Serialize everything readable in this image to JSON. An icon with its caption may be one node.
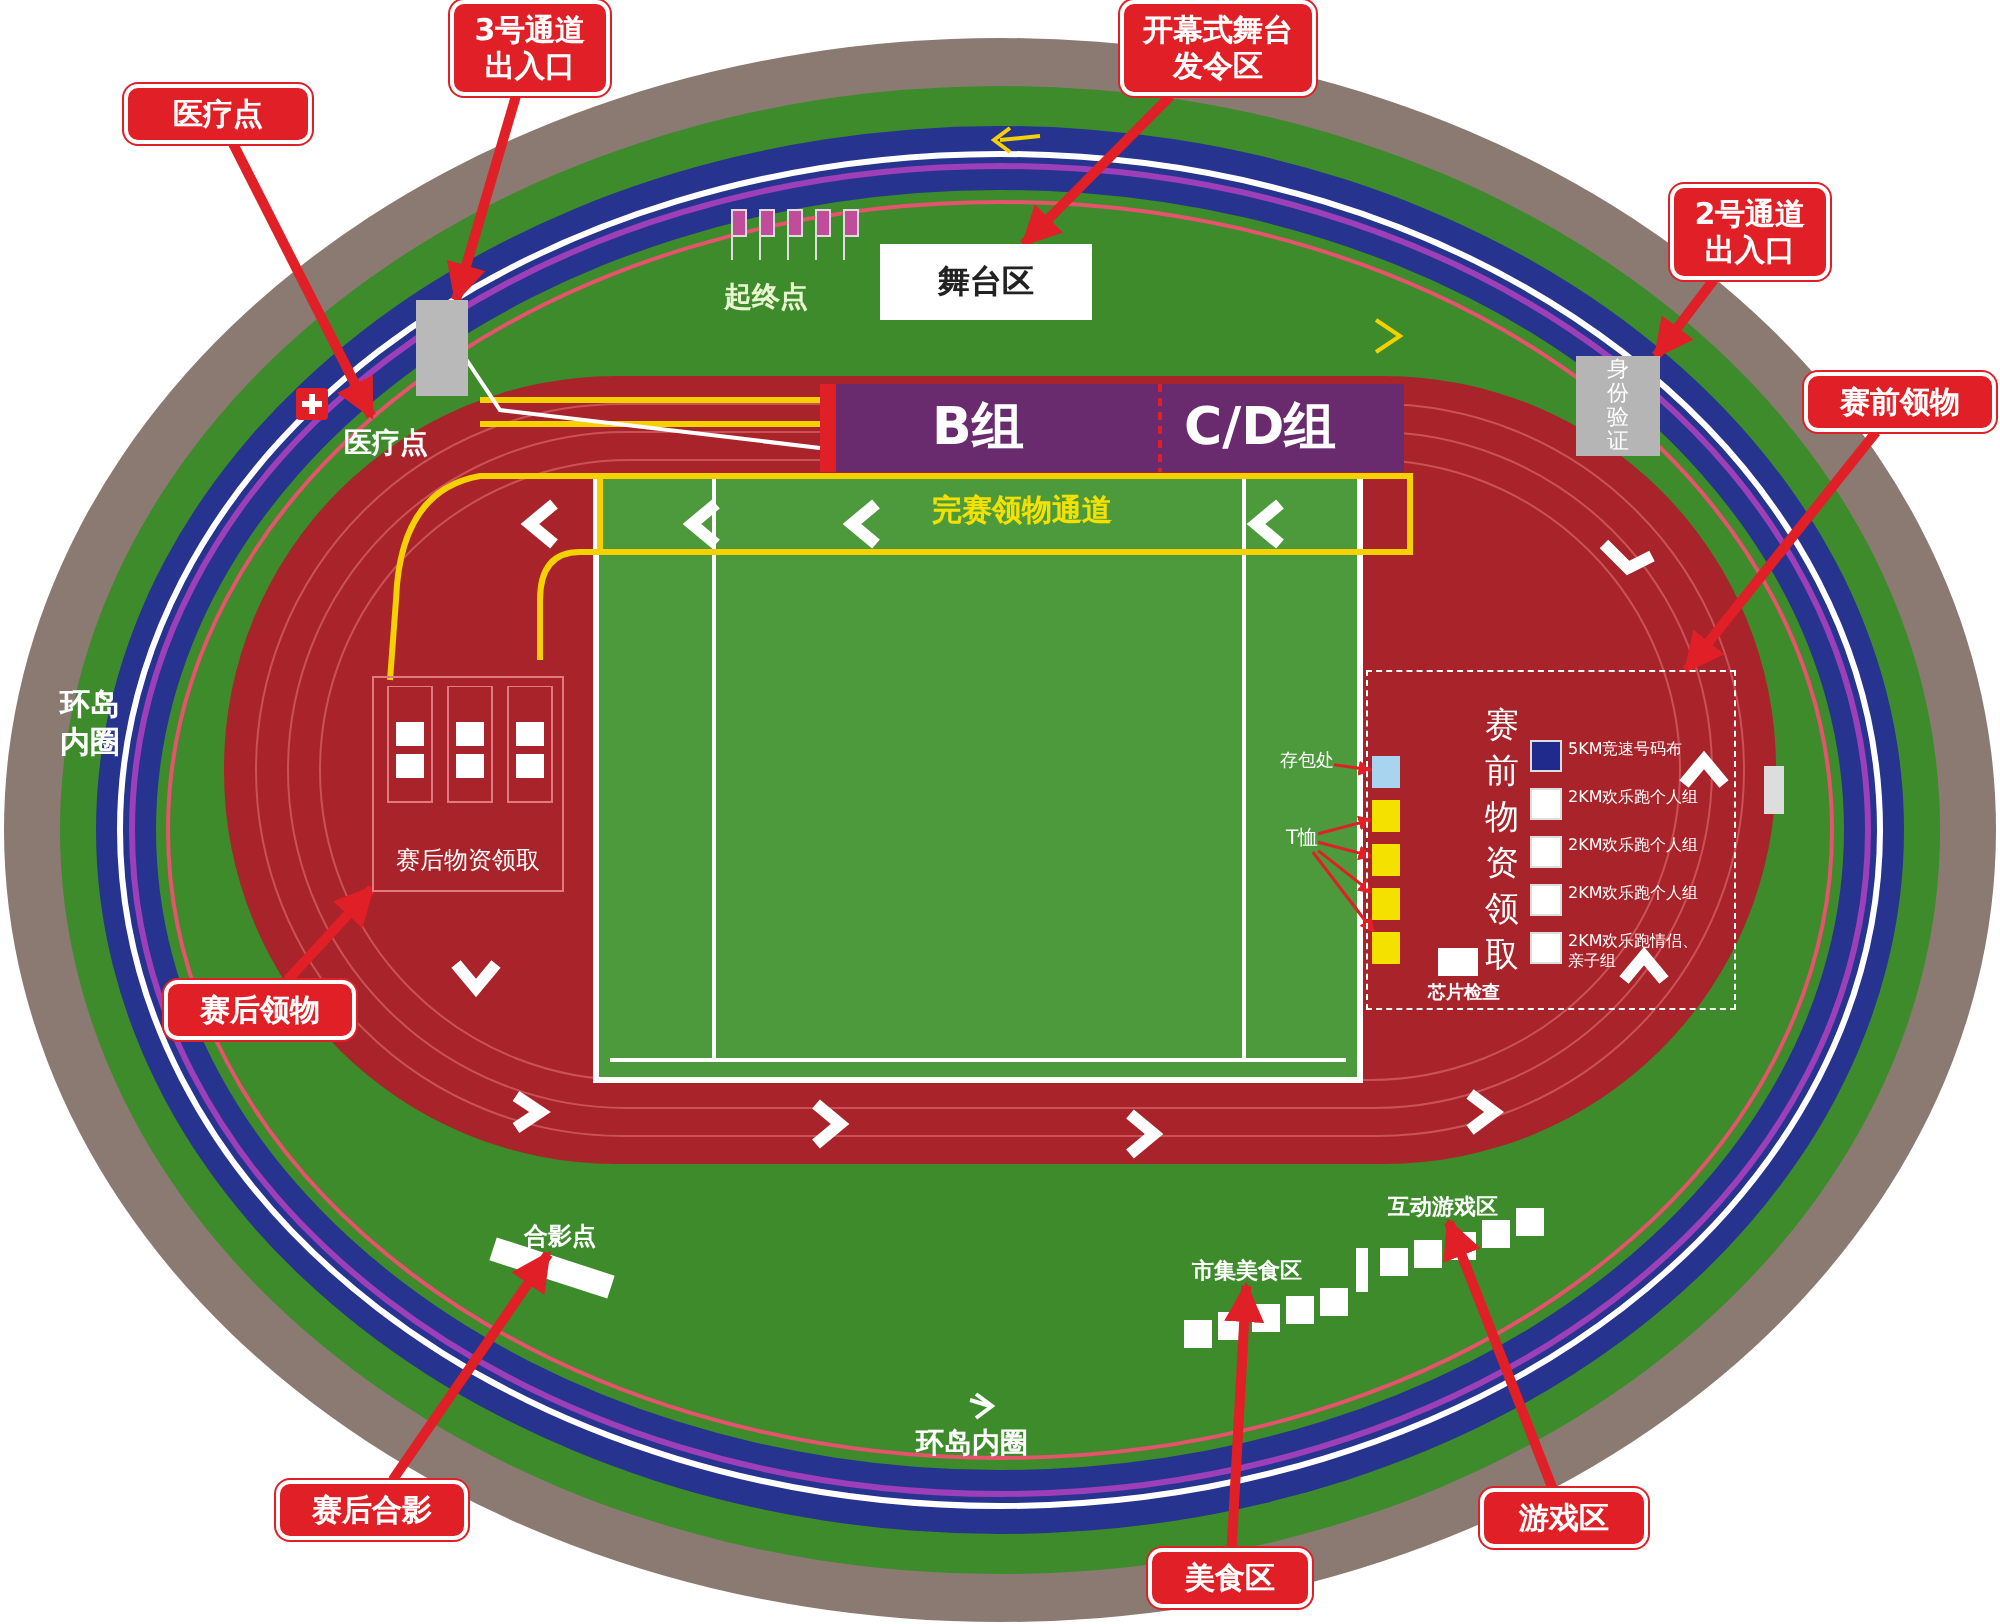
{
  "diagram": {
    "nodes": [
      {
        "text": [
          "医疗点"
        ]
      },
      {
        "text": [
          "3号通道出入口"
        ]
      },
      {
        "text": [
          "开幕式舞台发令区"
        ]
      },
      {
        "text": [
          "2号通道出入口"
        ]
      },
      {
        "text": [
          "赛前领物"
        ]
      },
      {
        "text": [
          "赛后领物"
        ]
      },
      {
        "text": [
          "赛后合影"
        ]
      },
      {
        "text": [
          "美食区"
        ]
      },
      {
        "text": [
          "游戏区"
        ]
      },
      {
        "text": [
          "医疗点"
        ]
      },
      {
        "text": [],
        "shape": "box"
      },
      {
        "text": [
          "舞台区"
        ]
      },
      {
        "text": [
          "身份验证"
        ]
      },
      {
        "text": [
          "赛前物资领取"
        ]
      },
      {
        "text": [
          "存包处"
        ]
      },
      {
        "text": [],
        "shape": "box",
        "in": 13
      },
      {
        "text": [
          "T恤"
        ]
      },
      {
        "text": [],
        "shape": "box",
        "in": 13
      },
      {
        "text": [],
        "shape": "box",
        "in": 13
      },
      {
        "text": [],
        "shape": "box",
        "in": 13
      },
      {
        "text": [],
        "shape": "box",
        "in": 13
      },
      {
        "text": [
          "赛后物资领取"
        ]
      },
      {
        "text": [
          "合影点"
        ]
      },
      {
        "text": [
          "市集美食区"
        ]
      },
      {
        "text": [
          "互动游戏区"
        ]
      }
    ],
    "edges": [
      {
        "from": 0,
        "to": 9,
        "arrow": "to"
      },
      {
        "from": 1,
        "to": 10,
        "arrow": "to"
      },
      {
        "from": 2,
        "to": 11,
        "arrow": "to"
      },
      {
        "from": 3,
        "to": 12,
        "arrow": "to"
      },
      {
        "from": 4,
        "to": 13,
        "arrow": "to"
      },
      {
        "from": 5,
        "to": 21,
        "arrow": "to"
      },
      {
        "from": 6,
        "to": 22,
        "arrow": "to"
      },
      {
        "from": 7,
        "to": 23,
        "arrow": "to"
      },
      {
        "from": 8,
        "to": 24,
        "arrow": "to"
      },
      {
        "from": 14,
        "to": 15,
        "arrow": "to"
      },
      {
        "from": 16,
        "to": 17,
        "arrow": "to"
      },
      {
        "from": 16,
        "to": 18,
        "arrow": "to"
      },
      {
        "from": 16,
        "to": 19,
        "arrow": "to"
      },
      {
        "from": 16,
        "to": 20,
        "arrow": "to"
      }
    ],
    "labels": [
      "起终点",
      "B组",
      "C/D组",
      "完赛领物通道",
      "环岛内圈",
      "芯片检查",
      "环岛内圈"
    ],
    "legend": [
      {
        "text": "5KM竞速号码布",
        "color": "#1f2a8c"
      },
      {
        "text": "2KM欢乐跑个人组",
        "color": "#ffffff"
      },
      {
        "text": "2KM欢乐跑个人组",
        "color": "#ffffff"
      },
      {
        "text": "2KM欢乐跑个人组",
        "color": "#ffffff"
      },
      {
        "text": "2KM欢乐跑情侣、亲子组",
        "color": "#ffffff"
      }
    ]
  }
}
